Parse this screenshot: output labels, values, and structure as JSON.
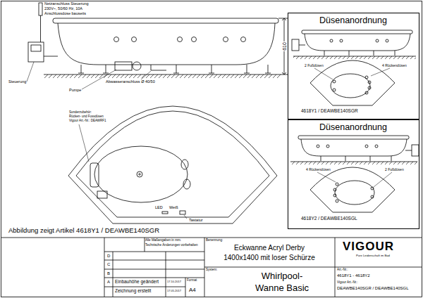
{
  "diagram": {
    "nodes": [
      {
        "text": [
          "Düsenanordnung",
          "2 Fußdüsen",
          "4 Rückendüsen",
          "4618Y1 / DEAWBE140SGR"
        ]
      },
      {
        "text": [
          "Düsenanordnung",
          "4 Rückendüsen",
          "2 Fußdüsen",
          "4618Y2 / DEAWBE140SGL"
        ]
      }
    ],
    "labels": [
      "Netzanschluss Steuerung",
      "230V~, 50/60 Hz, 10A",
      "Anschlussdose bauseits",
      "610",
      "Steuerung",
      "Pumpe",
      "Abwasseranschluss Ø 40/50",
      "Sonderzubehör:",
      "Rücken- und Fussdüsen",
      "Vigour Art.-Nr.: DEAWRF1",
      "LED",
      "Weiß",
      "Tastatur",
      "Abbildung zeigt Artikel 4618Y1 / DEAWBE140SGR",
      "Alle Maßangaben in mm.",
      "Technische Änderungen vorbehalten",
      "D",
      "C",
      "B",
      "A",
      "Einbauhöhe geändert",
      "Zeichnung erstellt",
      "17.10.2017",
      "17.05.2017",
      "Format",
      "A4",
      "Benennung:",
      "Eckwanne Acryl Derby",
      "1400x1400 mit loser Schürze",
      "System:",
      "Whirlpool-",
      "Wanne Basic",
      "VIGOUR",
      "Pure Leidenschaft im Bad",
      "Art.-Nr.:",
      "4618Y1 - 4618Y2",
      "Vigour Art.-Nr.:",
      "DEAWBE140SGR / DEAWBE140SGL"
    ]
  }
}
